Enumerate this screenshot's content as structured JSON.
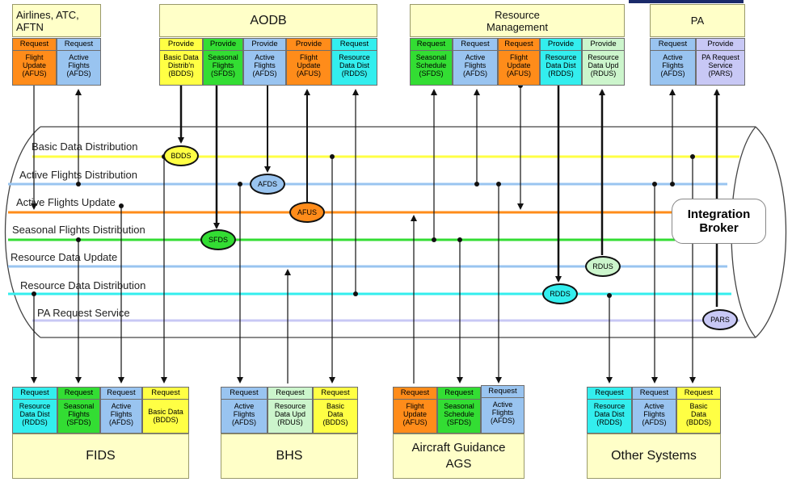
{
  "colors": {
    "yellow": "#ffff44",
    "green": "#33dd33",
    "blue": "#99c4f0",
    "orange": "#ff8c1a",
    "cyan": "#33eeee",
    "lightgreen": "#ccf5cc",
    "lavender": "#c8c8f5",
    "header_bg": "#ffffc8"
  },
  "groups": {
    "airlines": "Airlines, ATC,\nAFTN",
    "aodb": "AODB",
    "resource": "Resource\nManagement",
    "pa": "PA",
    "fids": "FIDS",
    "bhs": "BHS",
    "ags": "Aircraft Guidance\nAGS",
    "other": "Other  Systems"
  },
  "broker": "Integration\nBroker",
  "buses": [
    {
      "label": "Basic Data Distribution",
      "color": "#ffff44"
    },
    {
      "label": "Active Flights Distribution",
      "color": "#99c4f0"
    },
    {
      "label": "Active Flights Update",
      "color": "#ff8c1a"
    },
    {
      "label": "Seasonal Flights Distribution",
      "color": "#33dd33"
    },
    {
      "label": "Resource Data Update",
      "color": "#99c4f0"
    },
    {
      "label": "Resource Data Distribution",
      "color": "#33eeee"
    },
    {
      "label": "PA Request Service",
      "color": "#c8c8f5"
    }
  ],
  "ovals": {
    "bdds": "BDDS",
    "afds": "AFDS",
    "afus": "AFUS",
    "sfds": "SFDS",
    "rdus": "RDUS",
    "rdds": "RDDS",
    "pars": "PARS"
  },
  "services": [
    {
      "type": "Request",
      "name": "Flight\nUpdate\n(AFUS)",
      "color": "#ff8c1a"
    },
    {
      "type": "Request",
      "name": "Active\nFlights\n(AFDS)",
      "color": "#99c4f0"
    },
    {
      "type": "Provide",
      "name": "Basic Data\nDistrib'n\n(BDDS)",
      "color": "#ffff44"
    },
    {
      "type": "Provide",
      "name": "Seasonal\nFlights\n(SFDS)",
      "color": "#33dd33"
    },
    {
      "type": "Provide",
      "name": "Active\nFlights\n(AFDS)",
      "color": "#99c4f0"
    },
    {
      "type": "Provide",
      "name": "Flight\nUpdate\n(AFUS)",
      "color": "#ff8c1a"
    },
    {
      "type": "Request",
      "name": "Resource\nData Dist\n(RDDS)",
      "color": "#33eeee"
    },
    {
      "type": "Request",
      "name": "Seasonal\nSchedule\n(SFDS)",
      "color": "#33dd33"
    },
    {
      "type": "Request",
      "name": "Active\nFlights\n(AFDS)",
      "color": "#99c4f0"
    },
    {
      "type": "Request",
      "name": "Flight\nUpdate\n(AFUS)",
      "color": "#ff8c1a"
    },
    {
      "type": "Provide",
      "name": "Resource\nData Dist\n(RDDS)",
      "color": "#33eeee"
    },
    {
      "type": "Provide",
      "name": "Resource\nData Upd\n(RDUS)",
      "color": "#ccf5cc"
    },
    {
      "type": "Request",
      "name": "Active\nFlights\n(AFDS)",
      "color": "#99c4f0"
    },
    {
      "type": "Provide",
      "name": "PA Request\nService\n(PARS)",
      "color": "#c8c8f5"
    },
    {
      "type": "Request",
      "name": "Resource\nData Dist\n(RDDS)",
      "color": "#33eeee"
    },
    {
      "type": "Request",
      "name": "Seasonal\nFlights\n(SFDS)",
      "color": "#33dd33"
    },
    {
      "type": "Request",
      "name": "Active\nFlights\n(AFDS)",
      "color": "#99c4f0"
    },
    {
      "type": "Request",
      "name": "Basic Data\n(BDDS)",
      "color": "#ffff44"
    },
    {
      "type": "Request",
      "name": "Active\nFlights\n(AFDS)",
      "color": "#99c4f0"
    },
    {
      "type": "Request",
      "name": "Resource\nData Upd\n(RDUS)",
      "color": "#ccf5cc"
    },
    {
      "type": "Request",
      "name": "Basic\nData\n(BDDS)",
      "color": "#ffff44"
    },
    {
      "type": "Request",
      "name": "Flight\nUpdate\n(AFUS)",
      "color": "#ff8c1a"
    },
    {
      "type": "Request",
      "name": "Seasonal\nSchedule\n(SFDS)",
      "color": "#33dd33"
    },
    {
      "type": "Request",
      "name": "Active\nFlights\n(AFDS)",
      "color": "#99c4f0"
    },
    {
      "type": "Request",
      "name": "Resource\nData Dist\n(RDDS)",
      "color": "#33eeee"
    },
    {
      "type": "Request",
      "name": "Active\nFlights\n(AFDS)",
      "color": "#99c4f0"
    },
    {
      "type": "Request",
      "name": "Basic\nData\n(BDDS)",
      "color": "#ffff44"
    }
  ]
}
